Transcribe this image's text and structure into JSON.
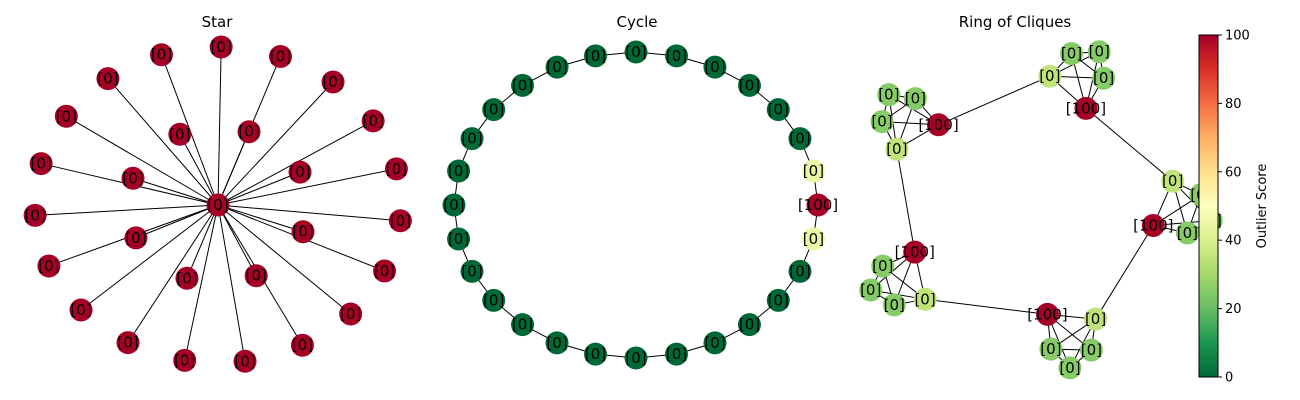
{
  "panels": [
    {
      "id": "star",
      "title": "Star",
      "nodes": [
        {
          "label": "[0]",
          "score": 100
        },
        {
          "label": "[0]",
          "score": 100
        },
        {
          "label": "[0]",
          "score": 100
        },
        {
          "label": "[0]",
          "score": 100
        },
        {
          "label": "[0]",
          "score": 100
        },
        {
          "label": "[0]",
          "score": 100
        },
        {
          "label": "[0]",
          "score": 100
        },
        {
          "label": "[0]",
          "score": 100
        },
        {
          "label": "[0]",
          "score": 100
        },
        {
          "label": "[0]",
          "score": 100
        },
        {
          "label": "[0]",
          "score": 100
        },
        {
          "label": "[0]",
          "score": 100
        },
        {
          "label": "[0]",
          "score": 100
        },
        {
          "label": "[0]",
          "score": 100
        },
        {
          "label": "[0]",
          "score": 100
        },
        {
          "label": "[0]",
          "score": 100
        },
        {
          "label": "[0]",
          "score": 100
        },
        {
          "label": "[0]",
          "score": 100
        },
        {
          "label": "[0]",
          "score": 100
        },
        {
          "label": "[0]",
          "score": 100
        },
        {
          "label": "[0]",
          "score": 100
        },
        {
          "label": "[0]",
          "score": 100
        },
        {
          "label": "[0]",
          "score": 100
        },
        {
          "label": "[0]",
          "score": 100
        },
        {
          "label": "[0]",
          "score": 100
        },
        {
          "label": "[0]",
          "score": 100
        },
        {
          "label": "[0]",
          "score": 100
        },
        {
          "label": "[0]",
          "score": 100
        }
      ]
    },
    {
      "id": "cycle",
      "title": "Cycle",
      "nodes": [
        {
          "label": "[100]",
          "score": 100
        },
        {
          "label": "[0]",
          "score": 45
        },
        {
          "label": "[0]",
          "score": 0
        },
        {
          "label": "[0]",
          "score": 0
        },
        {
          "label": "[0]",
          "score": 0
        },
        {
          "label": "[0]",
          "score": 0
        },
        {
          "label": "[0]",
          "score": 0
        },
        {
          "label": "[0]",
          "score": 0
        },
        {
          "label": "[0]",
          "score": 0
        },
        {
          "label": "[0]",
          "score": 0
        },
        {
          "label": "[0]",
          "score": 0
        },
        {
          "label": "[0]",
          "score": 0
        },
        {
          "label": "[0]",
          "score": 0
        },
        {
          "label": "[0]",
          "score": 0
        },
        {
          "label": "[0]",
          "score": 0
        },
        {
          "label": "[0]",
          "score": 0
        },
        {
          "label": "[0]",
          "score": 0
        },
        {
          "label": "[0]",
          "score": 0
        },
        {
          "label": "[0]",
          "score": 0
        },
        {
          "label": "[0]",
          "score": 0
        },
        {
          "label": "[0]",
          "score": 0
        },
        {
          "label": "[0]",
          "score": 0
        },
        {
          "label": "[0]",
          "score": 0
        },
        {
          "label": "[0]",
          "score": 0
        },
        {
          "label": "[0]",
          "score": 0
        },
        {
          "label": "[0]",
          "score": 0
        },
        {
          "label": "[0]",
          "score": 0
        },
        {
          "label": "[0]",
          "score": 45
        }
      ]
    },
    {
      "id": "ring",
      "title": "Ring of Cliques",
      "cliques": [
        {
          "hub": {
            "label": "[100]",
            "score": 100
          },
          "bridge": {
            "label": "[0]",
            "score": 35
          },
          "members": [
            {
              "label": "[0]",
              "score": 25
            },
            {
              "label": "[0]",
              "score": 25
            },
            {
              "label": "[0]",
              "score": 25
            }
          ]
        },
        {
          "hub": {
            "label": "[100]",
            "score": 100
          },
          "bridge": {
            "label": "[0]",
            "score": 35
          },
          "members": [
            {
              "label": "[0]",
              "score": 25
            },
            {
              "label": "[0]",
              "score": 25
            },
            {
              "label": "[0]",
              "score": 25
            }
          ]
        },
        {
          "hub": {
            "label": "[100]",
            "score": 100
          },
          "bridge": {
            "label": "[0]",
            "score": 35
          },
          "members": [
            {
              "label": "[0]",
              "score": 25
            },
            {
              "label": "[0]",
              "score": 25
            },
            {
              "label": "[0]",
              "score": 25
            }
          ]
        },
        {
          "hub": {
            "label": "[100]",
            "score": 100
          },
          "bridge": {
            "label": "[0]",
            "score": 35
          },
          "members": [
            {
              "label": "[0]",
              "score": 25
            },
            {
              "label": "[0]",
              "score": 25
            },
            {
              "label": "[0]",
              "score": 25
            }
          ]
        },
        {
          "hub": {
            "label": "[100]",
            "score": 100
          },
          "bridge": {
            "label": "[0]",
            "score": 35
          },
          "members": [
            {
              "label": "[0]",
              "score": 25
            },
            {
              "label": "[0]",
              "score": 25
            },
            {
              "label": "[0]",
              "score": 25
            }
          ]
        }
      ]
    }
  ],
  "colorbar": {
    "label": "Outlier Score",
    "min": 0,
    "max": 100,
    "ticks": [
      "0",
      "20",
      "40",
      "60",
      "80",
      "100"
    ],
    "colormap": "RdYlGn_r"
  }
}
